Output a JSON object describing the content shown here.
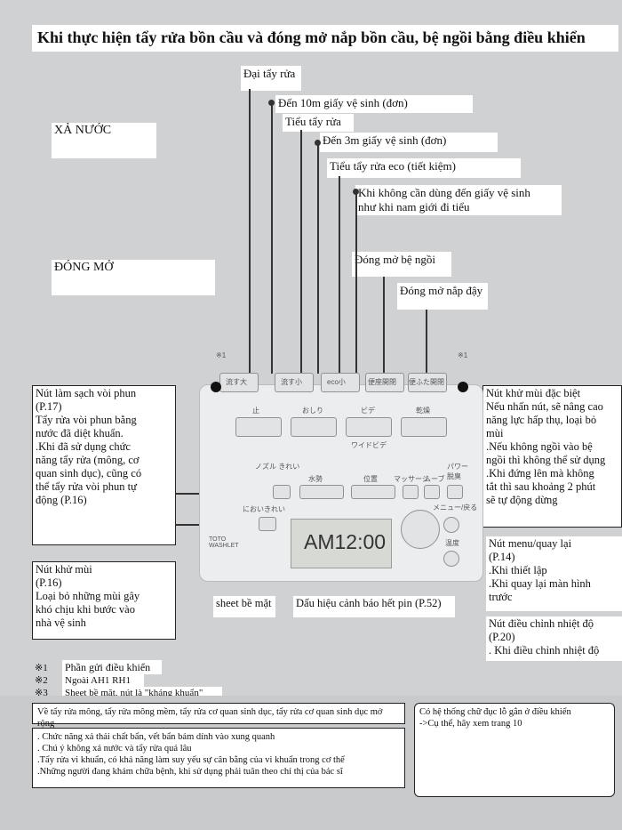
{
  "title": "Khi thực hiện tẩy rửa bồn cầu và đóng mở nắp bồn cầu, bệ ngồi bằng điều khiển",
  "top_labels": {
    "dai": "Đại tẩy rửa",
    "dai_desc": "Đến 10m giấy vệ sinh (đơn)",
    "tieu": "Tiểu tẩy rửa",
    "tieu_desc": "Đến 3m giấy vệ sinh (đơn)",
    "eco": "Tiểu tẩy rửa eco (tiết kiệm)",
    "eco_desc": "Khi không cần dùng đến giấy vệ sinh\nnhư khi nam giới đi tiểu",
    "be_ngoi": "Đóng mở bệ ngồi",
    "nap_day": "Đóng mở nắp đậy"
  },
  "sections": {
    "xa_nuoc": "XẢ NƯỚC",
    "dong_mo": "ĐÓNG MỞ"
  },
  "left_notes": {
    "cleaning": "Nút làm sạch vòi phun\n(P.17)\nTẩy rửa vòi phun bằng\nnước đã diệt khuẩn.\n.Khi đã sử dụng chức\nnăng tẩy rửa (mông, cơ\nquan sinh dục), cũng có\nthể tẩy rửa vòi phun tự\nđộng (P.16)",
    "deodor": "Nút khử mùi\n(P.16)\nLoại bỏ những mùi gây\nkhó chịu khi bước vào\nnhà vệ sinh"
  },
  "right_notes": {
    "special": "Nút khử mùi đặc biệt\nNếu nhấn nút, sẽ nâng cao\nnăng lực hấp thụ, loại bỏ\nmùi\n.Nếu không ngồi vào bệ\nngồi thì không thể sử dụng\n.Khi đứng lên mà không\ntắt thì sau khoảng 2 phút\nsẽ tự động dừng",
    "menu": "Nút menu/quay lại\n(P.14)\n.Khi thiết lập\n.Khi quay lại màn hình\ntrước",
    "temp": "Nút điều chỉnh nhiệt độ\n(P.20)\n. Khi điều chỉnh nhiệt độ"
  },
  "bottom_labels": {
    "sheet": "sheet bề mặt",
    "battery": "Dấu hiệu cảnh báo hết pin (P.52)"
  },
  "footnotes": [
    {
      "mark": "※1",
      "text": "Phần gửi điều khiển"
    },
    {
      "mark": "※2",
      "text": "Ngoài AH1 RH1"
    },
    {
      "mark": "※3",
      "text": "Sheet bề mặt, nút là \"kháng khuẩn\""
    }
  ],
  "notes": {
    "about": "Về tẩy rửa mông, tẩy rửa mông mềm, tẩy rửa cơ quan sinh dục, tẩy rửa cơ quan sinh dục mở rộng",
    "cautions": ". Chức năng xả thải chất bẩn, vết bẩn bám dính vào xung quanh\n. Chú ý không xả nước và tẩy rửa quá lâu\n.Tẩy rửa vi khuẩn, có khả năng làm suy yếu sự cân bằng của vi khuẩn trong cơ thể\n.Những người đang khám chữa bệnh, khi sử dụng phải tuân theo chỉ thị của bác sĩ",
    "right": "Có hệ thống chữ đục lỗ gắn ở điều khiển\n->Cụ thể, hãy xem trang 10"
  },
  "remote": {
    "top_buttons": [
      "流す大",
      "流す小",
      "eco小",
      "便座開閉",
      "便ふた開閉"
    ],
    "row1": [
      "止",
      "おしり",
      "ビデ",
      "乾燥"
    ],
    "sub1": [
      "ワイドビデ"
    ],
    "row2": [
      "ノズル\nきれい",
      "水勢",
      "位置",
      "マッサージ",
      "ムーブ",
      "パワー\n脱臭"
    ],
    "row3": [
      "においきれい",
      "メニュー/戻る",
      "温度"
    ],
    "clock": "AM12:00",
    "brand": "TOTO\nWASHLET",
    "star1": "※1",
    "star2": "※1"
  }
}
